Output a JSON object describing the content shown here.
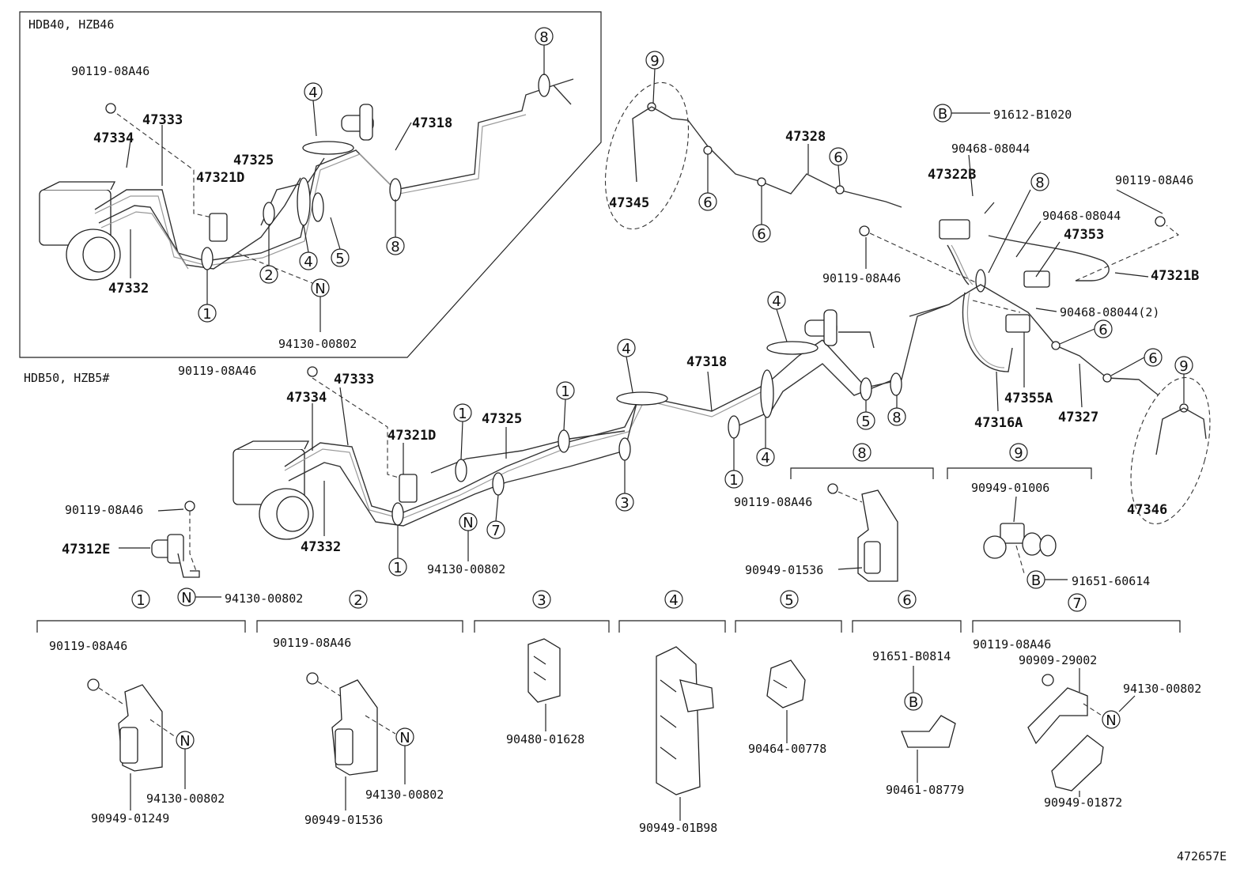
{
  "sections": {
    "top_box": "HDB40, HZB46",
    "bottom": "HDB50, HZB5#"
  },
  "figure_id": "472657E",
  "callouts": [
    "1",
    "2",
    "3",
    "4",
    "5",
    "6",
    "7",
    "8",
    "9",
    "N",
    "B"
  ],
  "parts": {
    "p90119": "90119-08A46",
    "p47333": "47333",
    "p47334": "47334",
    "p47332": "47332",
    "p47325": "47325",
    "p47321D": "47321D",
    "p47318": "47318",
    "p94130": "94130-00802",
    "p47345": "47345",
    "p47328": "47328",
    "p91612": "91612-B1020",
    "p90468": "90468-08044",
    "p90468x2": "90468-08044(2)",
    "p47322B": "47322B",
    "p47353": "47353",
    "p47321B": "47321B",
    "p47355A": "47355A",
    "p47316A": "47316A",
    "p47327": "47327",
    "p47346": "47346",
    "p47312E": "47312E",
    "p90949_01006": "90949-01006",
    "p91651_60614": "91651-60614",
    "p90949_01536": "90949-01536",
    "p90949_01249": "90949-01249",
    "p90480_01628": "90480-01628",
    "p90949_01B98": "90949-01B98",
    "p90464_00778": "90464-00778",
    "p91651_B0814": "91651-B0814",
    "p90461_08779": "90461-08779",
    "p90909_29002": "90909-29002",
    "p90949_01872": "90949-01872"
  }
}
